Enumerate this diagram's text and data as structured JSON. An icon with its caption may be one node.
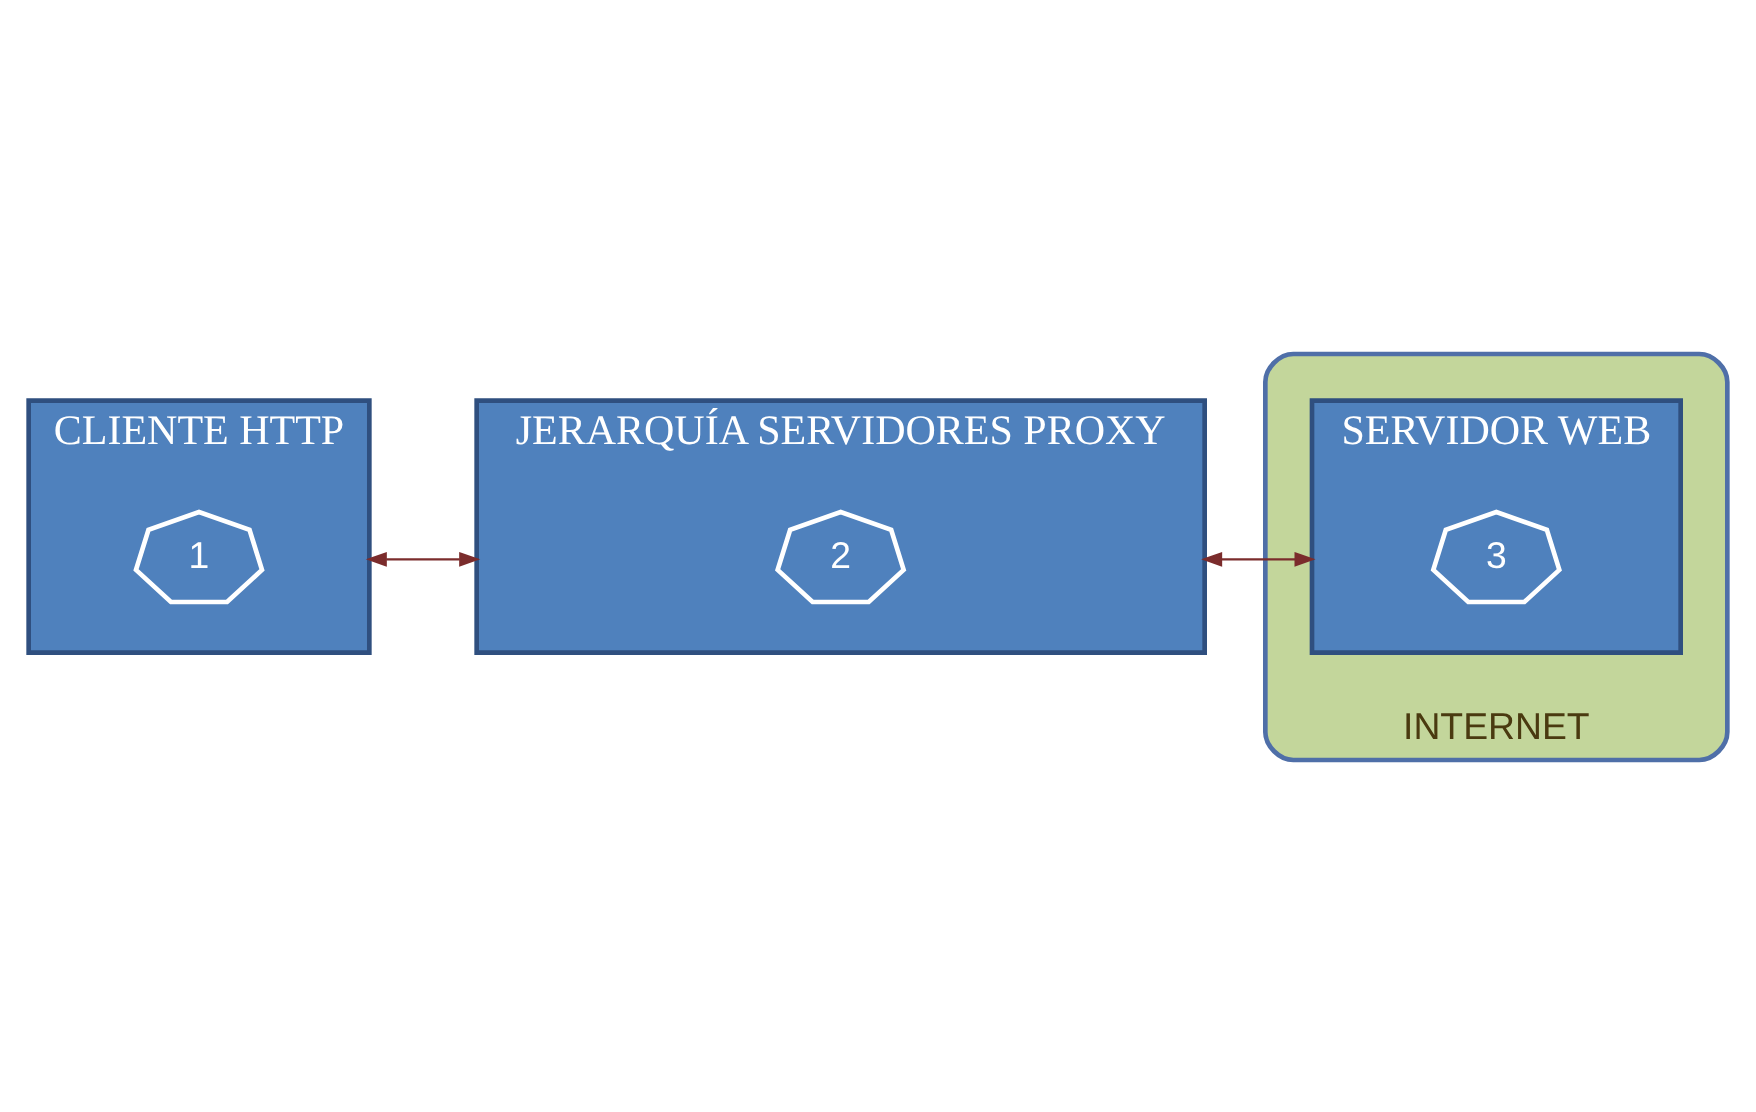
{
  "diagram": {
    "nodes": [
      {
        "text": [
          "CLIENTE HTTP"
        ]
      },
      {
        "text": [
          "1"
        ],
        "in": 0
      },
      {
        "text": [
          "JERARQUÍA SERVIDORES PROXY"
        ]
      },
      {
        "text": [
          "2"
        ],
        "in": 2
      },
      {
        "text": [
          "INTERNET"
        ]
      },
      {
        "text": [
          "SERVIDOR WEB"
        ],
        "in": 4
      },
      {
        "text": [
          "3"
        ],
        "in": 5
      }
    ],
    "edges": [
      {
        "from": 0,
        "to": 2,
        "arrow": "both",
        "color": "#7b2c2c"
      },
      {
        "from": 2,
        "to": 5,
        "arrow": "both",
        "color": "#7b2c2c"
      }
    ]
  }
}
